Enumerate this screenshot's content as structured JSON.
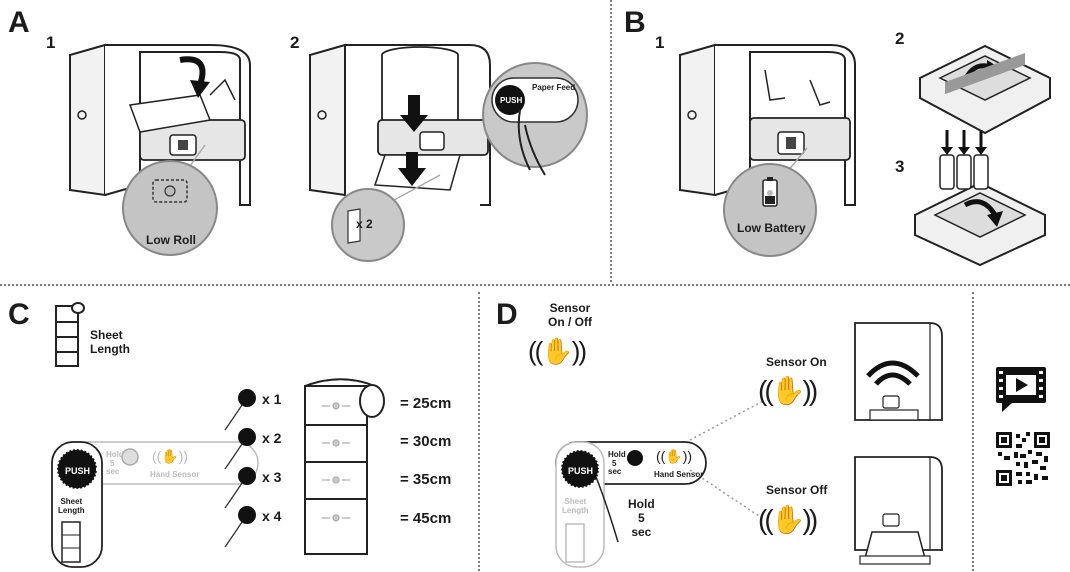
{
  "sections": {
    "A": {
      "letter": "A",
      "step1": "1",
      "step2": "2",
      "low_roll": "Low Roll",
      "push": "PUSH",
      "paper_feed": "Paper Feed",
      "times_two": "x 2"
    },
    "B": {
      "letter": "B",
      "step1": "1",
      "step2": "2",
      "step3": "3",
      "low_battery": "Low Battery"
    },
    "C": {
      "letter": "C",
      "sheet_length_title": "Sheet\nLength",
      "panel": {
        "push": "PUSH",
        "hold": "Hold",
        "hold_secs": "5",
        "sec": "sec",
        "hand_sensor": "Hand Sensor",
        "sheet_length": "Sheet\nLength"
      },
      "presses": [
        {
          "mult": "x 1",
          "length": "= 25cm"
        },
        {
          "mult": "x 2",
          "length": "= 30cm"
        },
        {
          "mult": "x 3",
          "length": "= 35cm"
        },
        {
          "mult": "x 4",
          "length": "= 45cm"
        }
      ]
    },
    "D": {
      "letter": "D",
      "sensor_onoff": "Sensor\nOn / Off",
      "sensor_on": "Sensor On",
      "sensor_off": "Sensor Off",
      "panel": {
        "push": "PUSH",
        "hold": "Hold",
        "hold_secs": "5",
        "sec": "sec",
        "hand_sensor": "Hand Sensor",
        "sheet_length": "Sheet\nLength"
      },
      "hold_label": "Hold\n5\nsec"
    }
  }
}
